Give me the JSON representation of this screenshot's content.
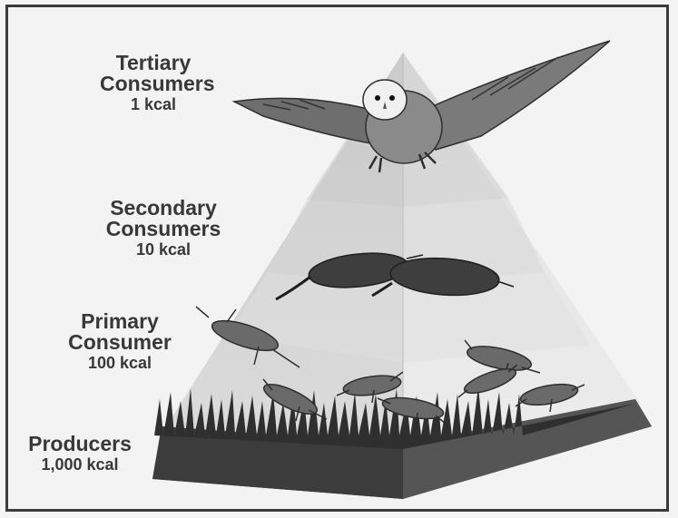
{
  "diagram": {
    "levels": [
      {
        "id": "tertiary",
        "name_lines": [
          "Tertiary",
          "Consumers"
        ],
        "energy": "1 kcal",
        "organism": "owl-icon"
      },
      {
        "id": "secondary",
        "name_lines": [
          "Secondary",
          "Consumers"
        ],
        "energy": "10 kcal",
        "organism": "shrew-icon"
      },
      {
        "id": "primary",
        "name_lines": [
          "Primary",
          "Consumer"
        ],
        "energy": "100 kcal",
        "organism": "grasshopper-icon"
      },
      {
        "id": "producers",
        "name_lines": [
          "Producers"
        ],
        "energy": "1,000 kcal",
        "organism": "grass-icon"
      }
    ]
  }
}
